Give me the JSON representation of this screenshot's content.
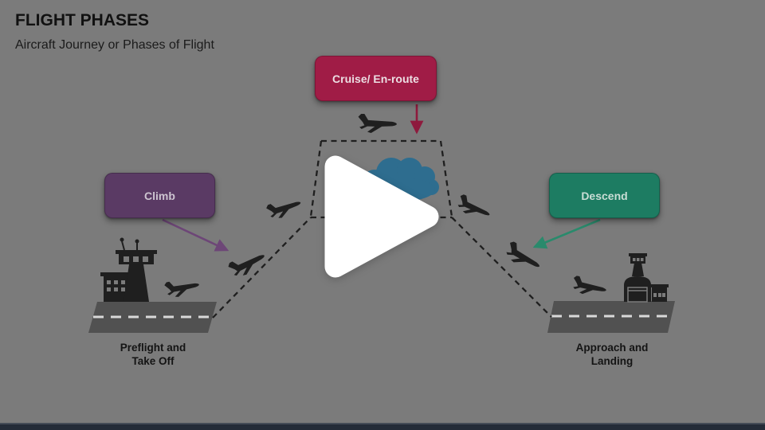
{
  "slide": {
    "title": "FLIGHT PHASES",
    "subtitle": "Aircraft Journey or Phases of Flight"
  },
  "phase_boxes": {
    "cruise": {
      "label": "Cruise/ En-route",
      "color": "#a01c46",
      "arrow_color": "#8e1a3d"
    },
    "climb": {
      "label": "Climb",
      "color": "#5a3a64",
      "arrow_color": "#6d4677"
    },
    "descend": {
      "label": "Descend",
      "color": "#1d7c62",
      "arrow_color": "#2a8a6c"
    }
  },
  "ground_labels": {
    "takeoff": {
      "line1": "Preflight and",
      "line2": "Take Off"
    },
    "landing": {
      "line1": "Approach and",
      "line2": "Landing"
    }
  },
  "icons": {
    "play": "play-icon",
    "cloud": "cloud-icon",
    "airplane": "airplane-icon",
    "control_tower": "control-tower-icon",
    "airport_building": "airport-building-icon"
  },
  "colors": {
    "background": "#7b7b7b",
    "silhouette": "#1f1f1f",
    "runway_gray": "#515151",
    "runway_dash": "#d9d9d9",
    "cloud_blue": "#2e6d8f",
    "play_white": "#ffffff",
    "bottom_bar": "#242c38",
    "path_dash": "#1f1f1f"
  }
}
